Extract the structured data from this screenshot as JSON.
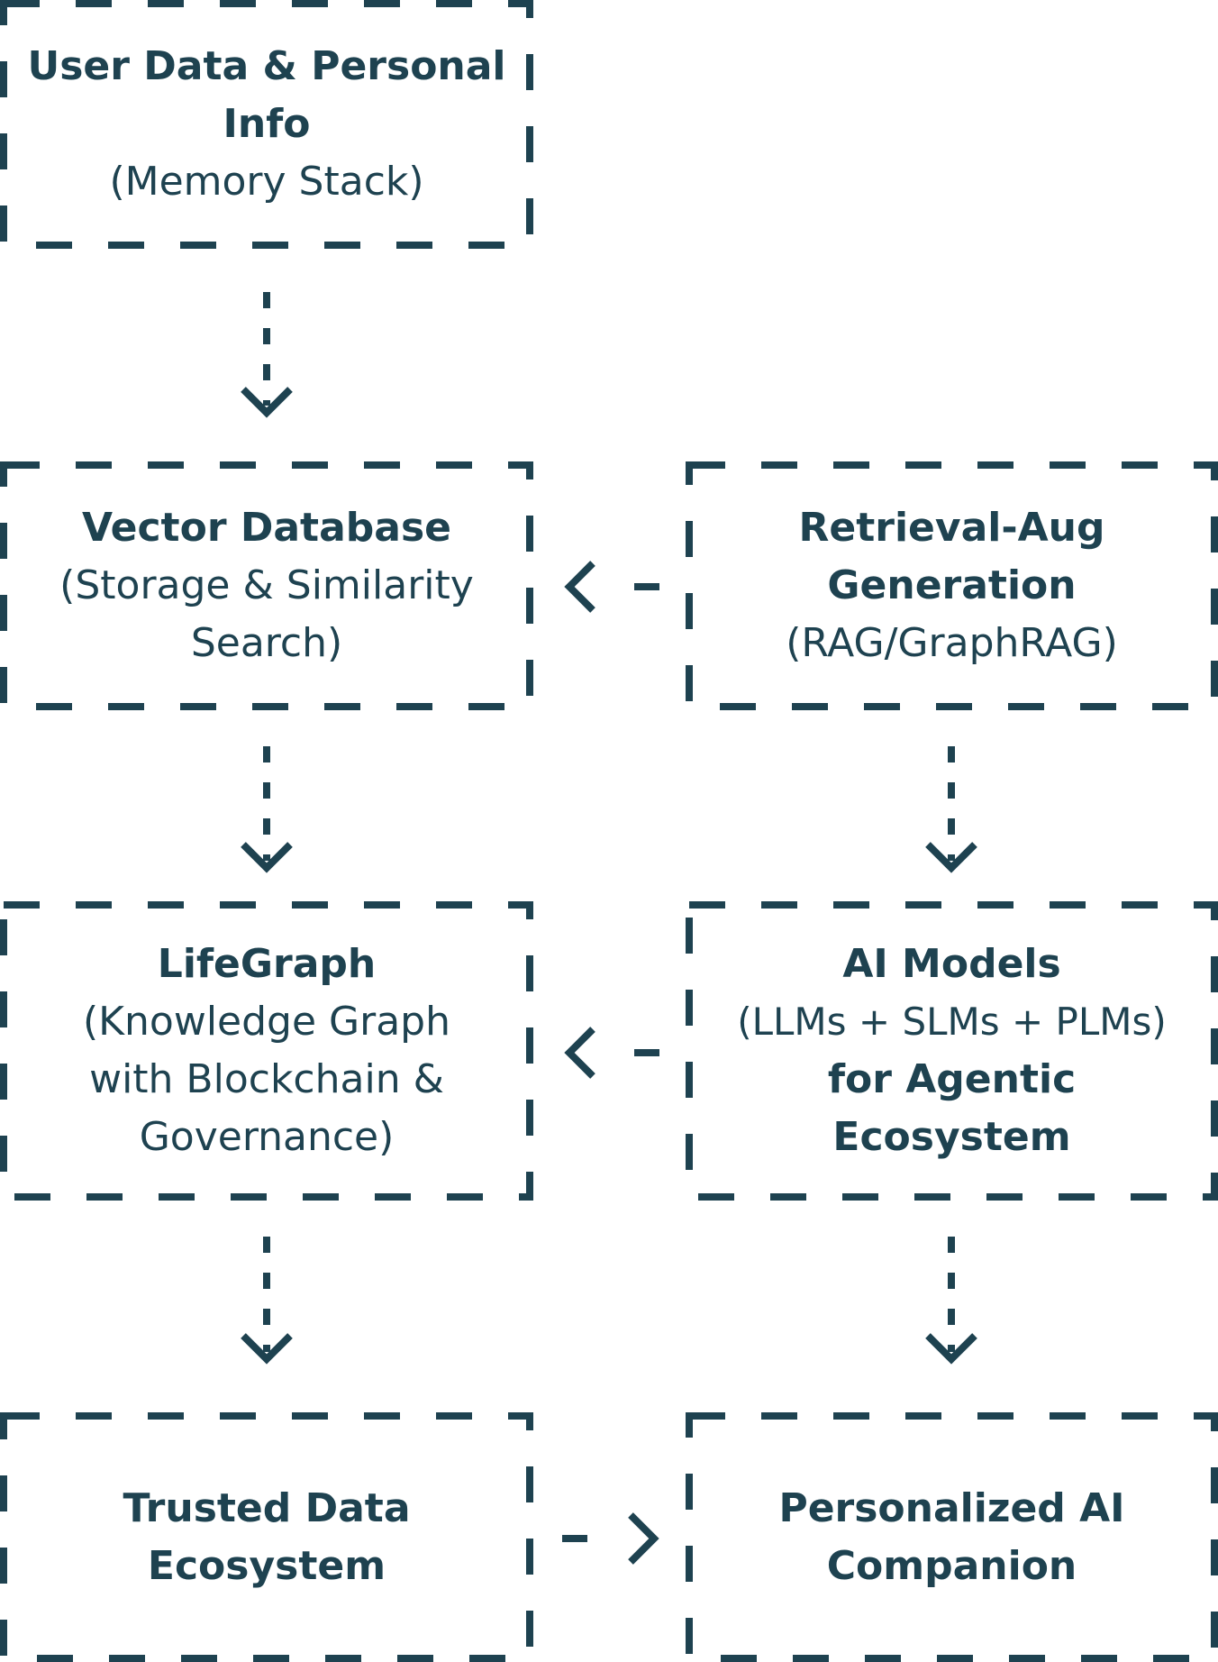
{
  "theme": {
    "stroke": "#1e4250",
    "background": "#ffffff"
  },
  "nodes": {
    "user_data": {
      "title": "User Data & Personal Info",
      "subtitle": "(Memory Stack)"
    },
    "vector_db": {
      "title": "Vector Database",
      "subtitle": "(Storage & Similarity Search)"
    },
    "rag": {
      "title": "Retrieval-Aug Generation",
      "subtitle": "(RAG/GraphRAG)"
    },
    "lifegraph": {
      "title": "LifeGraph",
      "subtitle": "(Knowledge Graph with Blockchain & Governance)"
    },
    "ai_models": {
      "title": "AI Models",
      "subtitle": "(LLMs + SLMs + PLMs)",
      "title2": "for Agentic Ecosystem"
    },
    "trusted": {
      "title": "Trusted Data Ecosystem"
    },
    "companion": {
      "title": "Personalized AI Companion"
    }
  },
  "edges": [
    {
      "from": "user_data",
      "to": "vector_db"
    },
    {
      "from": "rag",
      "to": "vector_db"
    },
    {
      "from": "vector_db",
      "to": "lifegraph"
    },
    {
      "from": "rag",
      "to": "ai_models"
    },
    {
      "from": "ai_models",
      "to": "lifegraph"
    },
    {
      "from": "lifegraph",
      "to": "trusted"
    },
    {
      "from": "ai_models",
      "to": "companion"
    },
    {
      "from": "trusted",
      "to": "companion"
    }
  ]
}
